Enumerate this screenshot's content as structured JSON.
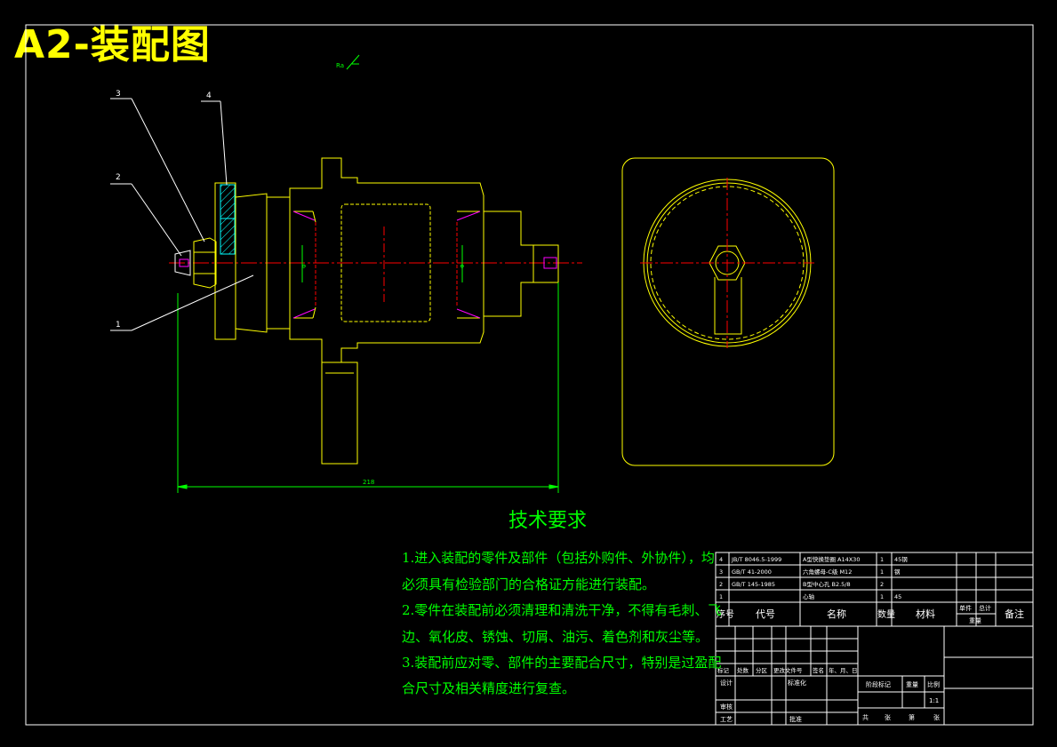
{
  "sheet_title": "A2-装配图",
  "balloons": [
    "3",
    "4",
    "2",
    "1"
  ],
  "dimension_overall": "218",
  "roughness_mark": "Ra",
  "tech_requirements": {
    "heading": "技术要求",
    "lines": [
      "1.进入装配的零件及部件（包括外购件、外协件），均",
      "必须具有检验部门的合格证方能进行装配。",
      "2.零件在装配前必须清理和清洗干净，不得有毛刺、飞",
      "边、氧化皮、锈蚀、切屑、油污、着色剂和灰尘等。",
      "3.装配前应对零、部件的主要配合尺寸，特别是过盈配",
      "合尺寸及相关精度进行复查。"
    ]
  },
  "parts_list": {
    "rows": [
      {
        "no": "4",
        "code": "JB/T 8046.5-1999",
        "name": "A型快换垫圈 A14X30",
        "qty": "1",
        "material": "45钢"
      },
      {
        "no": "3",
        "code": "GB/T 41-2000",
        "name": "六角螺母-C级 M12",
        "qty": "1",
        "material": "钢"
      },
      {
        "no": "2",
        "code": "GB/T 145-1985",
        "name": "B型中心孔 B2.5/8",
        "qty": "2",
        "material": ""
      },
      {
        "no": "1",
        "code": "",
        "name": "心轴",
        "qty": "1",
        "material": "45"
      }
    ],
    "headers": {
      "no": "序号",
      "code": "代号",
      "name": "名称",
      "qty": "数量",
      "material": "材料",
      "unit": "单件",
      "total": "总计",
      "weight": "重量",
      "remark": "备注"
    }
  },
  "title_block": {
    "revision_labels": [
      "标记",
      "处数",
      "分区",
      "更改文件号",
      "签名",
      "年、月、日"
    ],
    "design": "设计",
    "standardize": "标准化",
    "review": "审核",
    "process": "工艺",
    "approve": "批准",
    "stage_mark": "阶段标记",
    "weight": "重量",
    "scale_label": "比例",
    "scale": "1:1",
    "sheets": [
      "共",
      "张",
      "第",
      "张"
    ]
  },
  "colors": {
    "background": "#000000",
    "outline": "#ffff00",
    "centerline": "#ff0000",
    "dimension": "#00ff00",
    "text": "#ffffff",
    "leader": "#ffffff",
    "hatch": "#00ffff"
  }
}
